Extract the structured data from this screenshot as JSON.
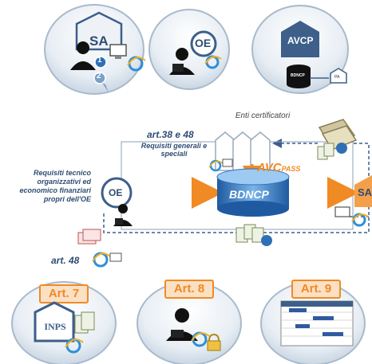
{
  "top_row": {
    "sa_label": "SA",
    "sa_badges": [
      "1",
      "2"
    ],
    "oe_label": "OE",
    "avcp_label": "AVCP",
    "bdncp_small": "BDNCP",
    "pa_small": "PA"
  },
  "middle": {
    "enti_label": "Enti certificatori",
    "art38_title": "art.38 e 48",
    "art38_sub": "Requisiti generali e speciali",
    "avcpass_prefix": "AVC",
    "avcpass_suffix": "PASS",
    "left_requirements": "Requisiti tecnico organizzativi ed economico finanziari propri dell'OE",
    "oe_label": "OE",
    "bdncp_label": "BDNCP",
    "sa_label": "SA",
    "art48_label": "art. 48"
  },
  "bottom_row": {
    "art7": "Art. 7",
    "art8": "Art. 8",
    "art9": "Art. 9",
    "inps": "INPS"
  },
  "colors": {
    "circle_fill": "#dfe6ee",
    "circle_stroke": "#9fb2c6",
    "arrow_orange": "#f08a24",
    "db_blue": "#2f6fb5",
    "avcp_box": "#3d5f8a",
    "dashed": "#3d5f8a",
    "sa_orange": "#f4a04a"
  },
  "icons": {
    "ie": "ie-icon",
    "person": "person-icon",
    "documents": "documents-icon",
    "computer": "computer-icon",
    "lock": "lock-icon",
    "database": "database-icon",
    "folder": "folder-icon"
  }
}
